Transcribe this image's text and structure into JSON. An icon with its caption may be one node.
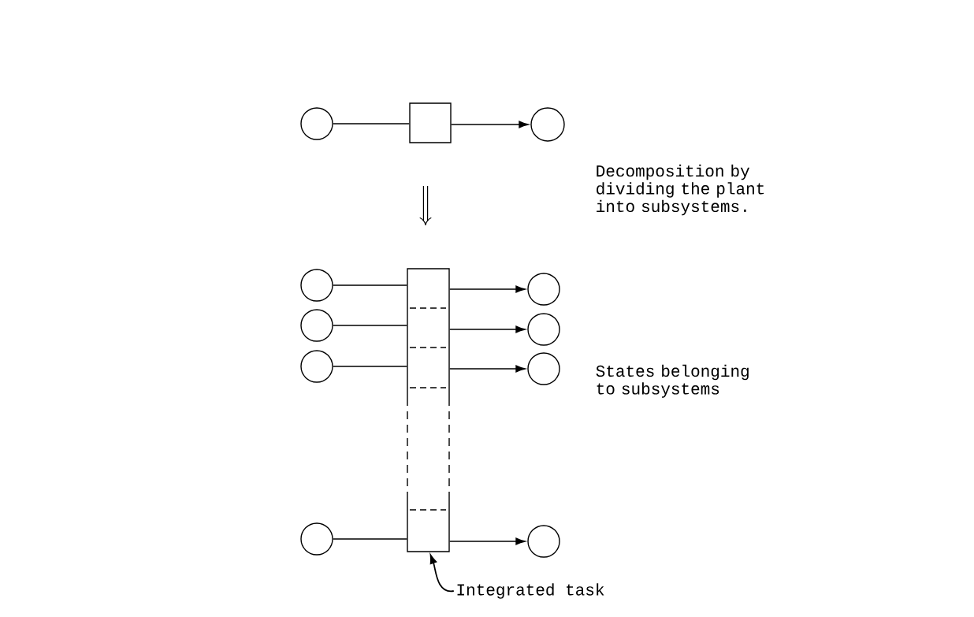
{
  "diagram": {
    "nodes": [
      {
        "text": [],
        "shape": "circle"
      },
      {
        "text": [],
        "shape": "box"
      },
      {
        "text": [],
        "shape": "circle"
      },
      {
        "text": [],
        "shape": "box"
      },
      {
        "text": [],
        "shape": "circle"
      },
      {
        "text": [],
        "shape": "circle"
      },
      {
        "text": [],
        "shape": "circle"
      },
      {
        "text": [],
        "shape": "circle"
      },
      {
        "text": [],
        "shape": "circle"
      },
      {
        "text": [],
        "shape": "circle"
      },
      {
        "text": [],
        "shape": "circle"
      },
      {
        "text": [],
        "shape": "circle"
      },
      {
        "text": [
          "Integrated task"
        ]
      }
    ],
    "edges": [
      {
        "from": 0,
        "to": 1,
        "arrow": "none"
      },
      {
        "from": 1,
        "to": 2,
        "arrow": "to"
      },
      {
        "from": 4,
        "to": 3,
        "arrow": "none"
      },
      {
        "from": 5,
        "to": 3,
        "arrow": "none"
      },
      {
        "from": 6,
        "to": 3,
        "arrow": "none"
      },
      {
        "from": 7,
        "to": 3,
        "arrow": "none"
      },
      {
        "from": 3,
        "to": 8,
        "arrow": "to"
      },
      {
        "from": 3,
        "to": 9,
        "arrow": "to"
      },
      {
        "from": 3,
        "to": 10,
        "arrow": "to"
      },
      {
        "from": 3,
        "to": 11,
        "arrow": "to"
      },
      {
        "from": 12,
        "to": 3,
        "arrow": "to"
      }
    ],
    "labels": [
      "Decomposition by dividing the plant into subsystems.",
      "States belonging to subsystems"
    ]
  }
}
